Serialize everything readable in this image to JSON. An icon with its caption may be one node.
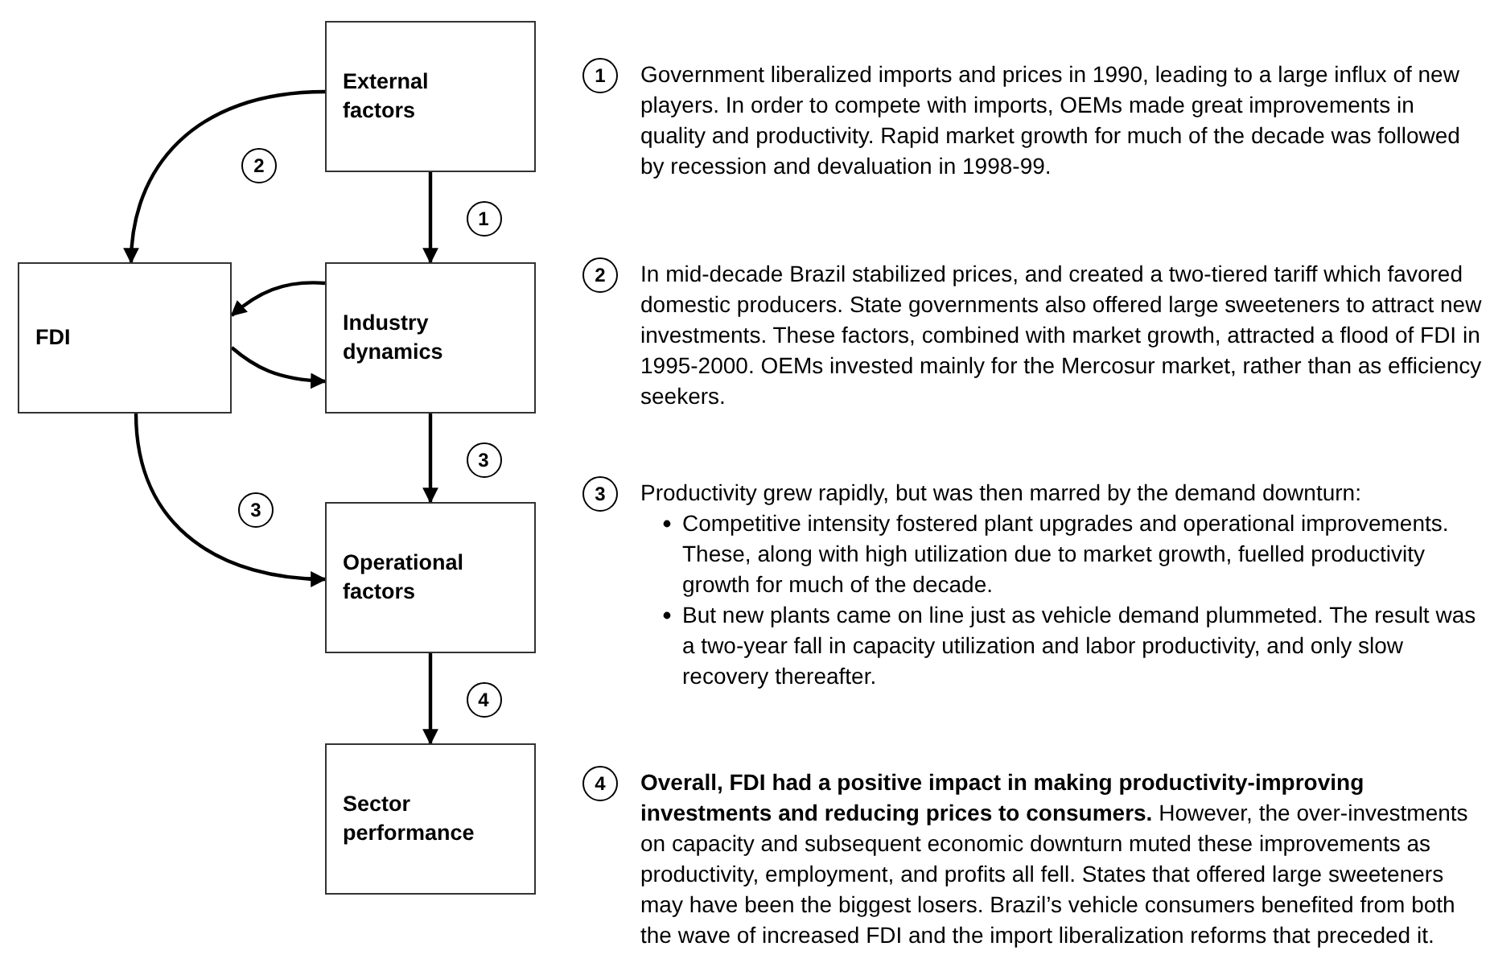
{
  "diagram": {
    "nodes": [
      {
        "text": [
          "External factors"
        ]
      },
      {
        "text": [
          "FDI"
        ]
      },
      {
        "text": [
          "Industry dynamics"
        ]
      },
      {
        "text": [
          "Operational factors"
        ]
      },
      {
        "text": [
          "Sector performance"
        ]
      }
    ],
    "edges": [
      {
        "from": 0,
        "to": 1,
        "arrow": "to",
        "label": "2"
      },
      {
        "from": 0,
        "to": 2,
        "arrow": "to",
        "label": "1"
      },
      {
        "from": 2,
        "to": 1,
        "arrow": "to"
      },
      {
        "from": 1,
        "to": 2,
        "arrow": "to"
      },
      {
        "from": 2,
        "to": 3,
        "arrow": "to",
        "label": "3"
      },
      {
        "from": 1,
        "to": 3,
        "arrow": "to",
        "label": "3"
      },
      {
        "from": 3,
        "to": 4,
        "arrow": "to",
        "label": "4"
      }
    ],
    "labels": [
      "1",
      "Government liberalized imports and prices in 1990, leading to a large influx of new players. In order to compete with imports, OEMs made great improvements in quality and productivity. Rapid market growth for much of the decade was followed by recession and devaluation in 1998-99.",
      "2",
      "In mid-decade Brazil stabilized prices, and created a two-tiered tariff which favored domestic producers. State governments also offered large sweeteners to attract new investments. These factors, combined with market growth, attracted a flood of FDI in 1995-2000. OEMs invested mainly for the Mercosur market, rather than as efficiency seekers.",
      "3",
      "Productivity grew rapidly, but was then marred by the demand downturn:",
      "Competitive intensity fostered plant upgrades and operational improvements. These, along with high utilization due to market growth, fuelled productivity growth for much of the decade.",
      "But new plants came on line just as vehicle demand plummeted. The result was a two-year fall in capacity utilization and labor productivity, and only slow recovery thereafter.",
      "4",
      "**Overall, FDI had a positive impact in making productivity-improving investments and reducing prices to consumers.** However, the over-investments on capacity and subsequent economic downturn muted these improvements as productivity, employment, and profits all fell. States that offered large sweeteners may have been the biggest losers. Brazil’s vehicle consumers benefited from both the wave of increased FDI and the import liberalization reforms that preceded it."
    ]
  }
}
